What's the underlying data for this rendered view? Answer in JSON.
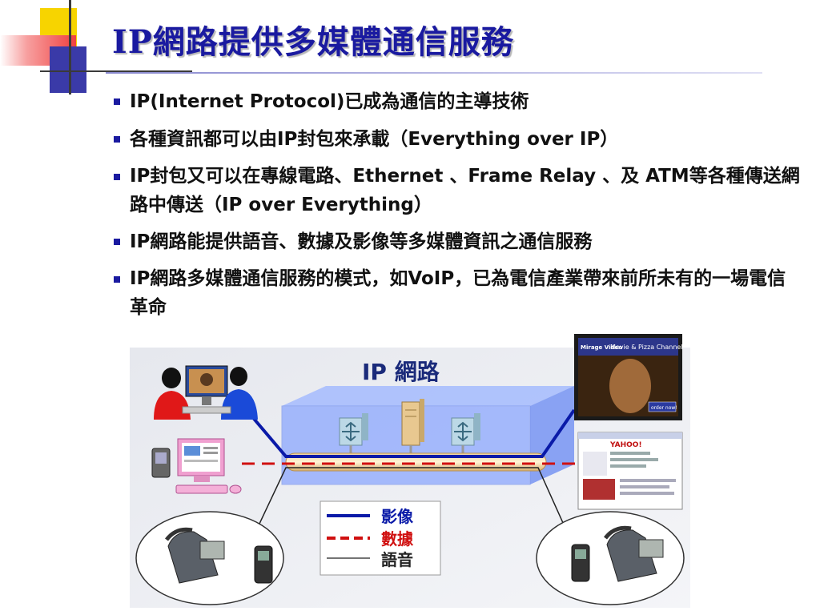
{
  "title": "IP網路提供多媒體通信服務",
  "bullets": [
    "IP(Internet Protocol)已成為通信的主導技術",
    "各種資訊都可以由IP封包來承載（Everything over IP）",
    "IP封包又可以在專線電路、Ethernet 、Frame Relay 、及 ATM等各種傳送網路中傳送（IP over Everything）",
    "IP網路能提供語音、數據及影像等多媒體資訊之通信服務",
    "IP網路多媒體通信服務的模式，如VoIP，已為電信產業帶來前所未有的一場電信革命"
  ],
  "diagram": {
    "network_label": "IP 網路",
    "legend": [
      {
        "label": "影像",
        "style": "solid",
        "color": "#0a1aa8"
      },
      {
        "label": "數據",
        "style": "dashed",
        "color": "#d01010"
      },
      {
        "label": "語音",
        "style": "thin",
        "color": "#222222"
      }
    ],
    "tv_text": {
      "logo": "Mirage Video",
      "channel": "Movie & Pizza Channel",
      "order": "order now!"
    },
    "browser_logo": "YAHOO!"
  },
  "colors": {
    "title": "#1a1aa0",
    "video_line": "#0a1aa8",
    "data_line": "#d01010",
    "accent_yellow": "#f7d400",
    "accent_red": "#f04040"
  }
}
